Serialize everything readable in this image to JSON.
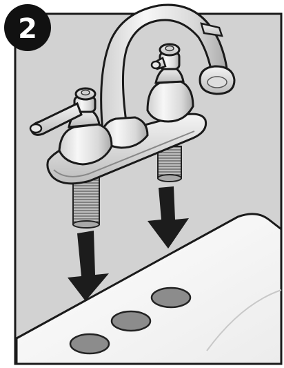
{
  "step": {
    "number": "2"
  },
  "colors": {
    "panel": "#d2d2d2",
    "sink": "#f7f7f7",
    "outline": "#1a1a1a",
    "badge": "#111111",
    "badge_text": "#ffffff",
    "arrow": "#1c1c1c",
    "chrome_light": "#f2f2f2",
    "chrome_mid": "#bcbcbc",
    "hole": "#8c8c8c"
  },
  "icons": {
    "faucet": "two-handle-faucet-illustration",
    "arrows": "down-arrow-icon",
    "holes": "sink-mounting-holes"
  }
}
